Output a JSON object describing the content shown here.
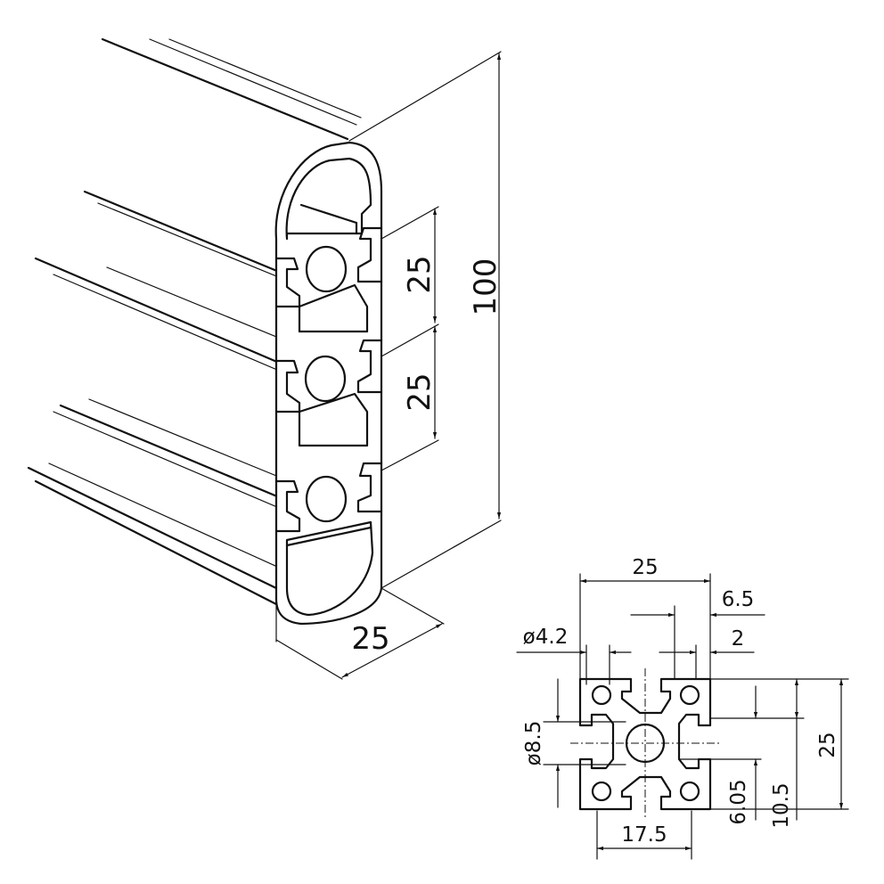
{
  "iso_view": {
    "dims": {
      "overall_height": "100",
      "pitch_upper": "25",
      "pitch_lower": "25",
      "depth": "25"
    }
  },
  "section_view": {
    "dims": {
      "width": "25",
      "slot_offset": "6.5",
      "hole_diameter": "ø4.2",
      "wall": "2",
      "core_diameter": "ø8.5",
      "height": "25",
      "slot_depth": "6.05",
      "half_height": "10.5",
      "bottom_width": "17.5"
    }
  },
  "colors": {
    "line": "#111111",
    "background": "#ffffff"
  }
}
